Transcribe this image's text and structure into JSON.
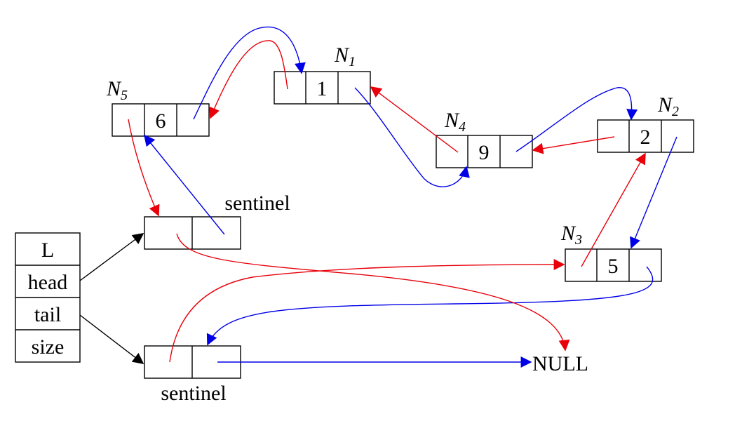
{
  "list_struct": {
    "name": "L",
    "fields": [
      "head",
      "tail",
      "size"
    ]
  },
  "sentinels": {
    "head_label": "sentinel",
    "tail_label": "sentinel"
  },
  "nodes": [
    {
      "id": "N1",
      "letter": "N",
      "sub": "1",
      "value": "1"
    },
    {
      "id": "N2",
      "letter": "N",
      "sub": "2",
      "value": "2"
    },
    {
      "id": "N3",
      "letter": "N",
      "sub": "3",
      "value": "5"
    },
    {
      "id": "N4",
      "letter": "N",
      "sub": "4",
      "value": "9"
    },
    {
      "id": "N5",
      "letter": "N",
      "sub": "5",
      "value": "6"
    }
  ],
  "null_label": "NULL",
  "colors": {
    "prev_pointer": "#e8000b",
    "next_pointer": "#0000e6",
    "struct_pointer": "#000000"
  }
}
